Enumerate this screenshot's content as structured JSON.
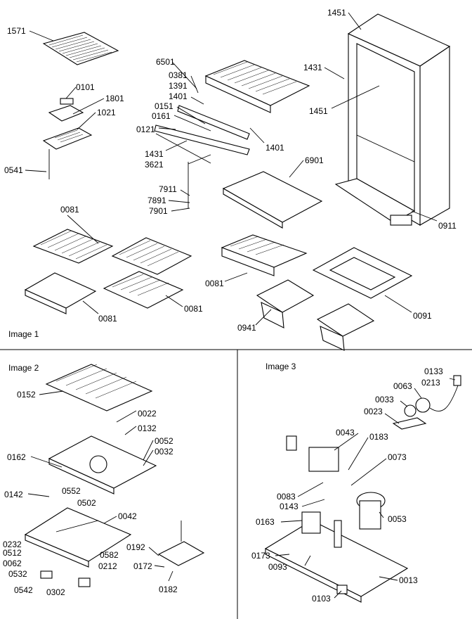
{
  "sections": {
    "image1": "Image 1",
    "image2": "Image 2",
    "image3": "Image 3"
  },
  "parts": {
    "p1571": "1571",
    "p0101": "0101",
    "p1801": "1801",
    "p1021": "1021",
    "p0541": "0541",
    "p6501": "6501",
    "p0381": "0381",
    "p1391": "1391",
    "p1401a": "1401",
    "p0151": "0151",
    "p0161": "0161",
    "p0121": "0121",
    "p1431a": "1431",
    "p3621": "3621",
    "p1401b": "1401",
    "p7911": "7911",
    "p7891": "7891",
    "p7901": "7901",
    "p6901": "6901",
    "p1451a": "1451",
    "p1431b": "1431",
    "p1451b": "1451",
    "p0911": "0911",
    "p0081a": "0081",
    "p0081b": "0081",
    "p0081c": "0081",
    "p0081d": "0081",
    "p0091": "0091",
    "p0941": "0941",
    "p0152": "0152",
    "p0022": "0022",
    "p0132": "0132",
    "p0052": "0052",
    "p0032": "0032",
    "p0162": "0162",
    "p0552": "0552",
    "p0142": "0142",
    "p0502": "0502",
    "p0042": "0042",
    "p0232": "0232",
    "p0512": "0512",
    "p0062": "0062",
    "p0532": "0532",
    "p0542": "0542",
    "p0302": "0302",
    "p0582": "0582",
    "p0212": "0212",
    "p0192": "0192",
    "p0172": "0172",
    "p0182": "0182",
    "p0133": "0133",
    "p0213": "0213",
    "p0063": "0063",
    "p0033": "0033",
    "p0023": "0023",
    "p0043": "0043",
    "p0183": "0183",
    "p0073": "0073",
    "p0083": "0083",
    "p0143": "0143",
    "p0053": "0053",
    "p0163": "0163",
    "p0173": "0173",
    "p0093": "0093",
    "p0013": "0013",
    "p0103": "0103"
  }
}
